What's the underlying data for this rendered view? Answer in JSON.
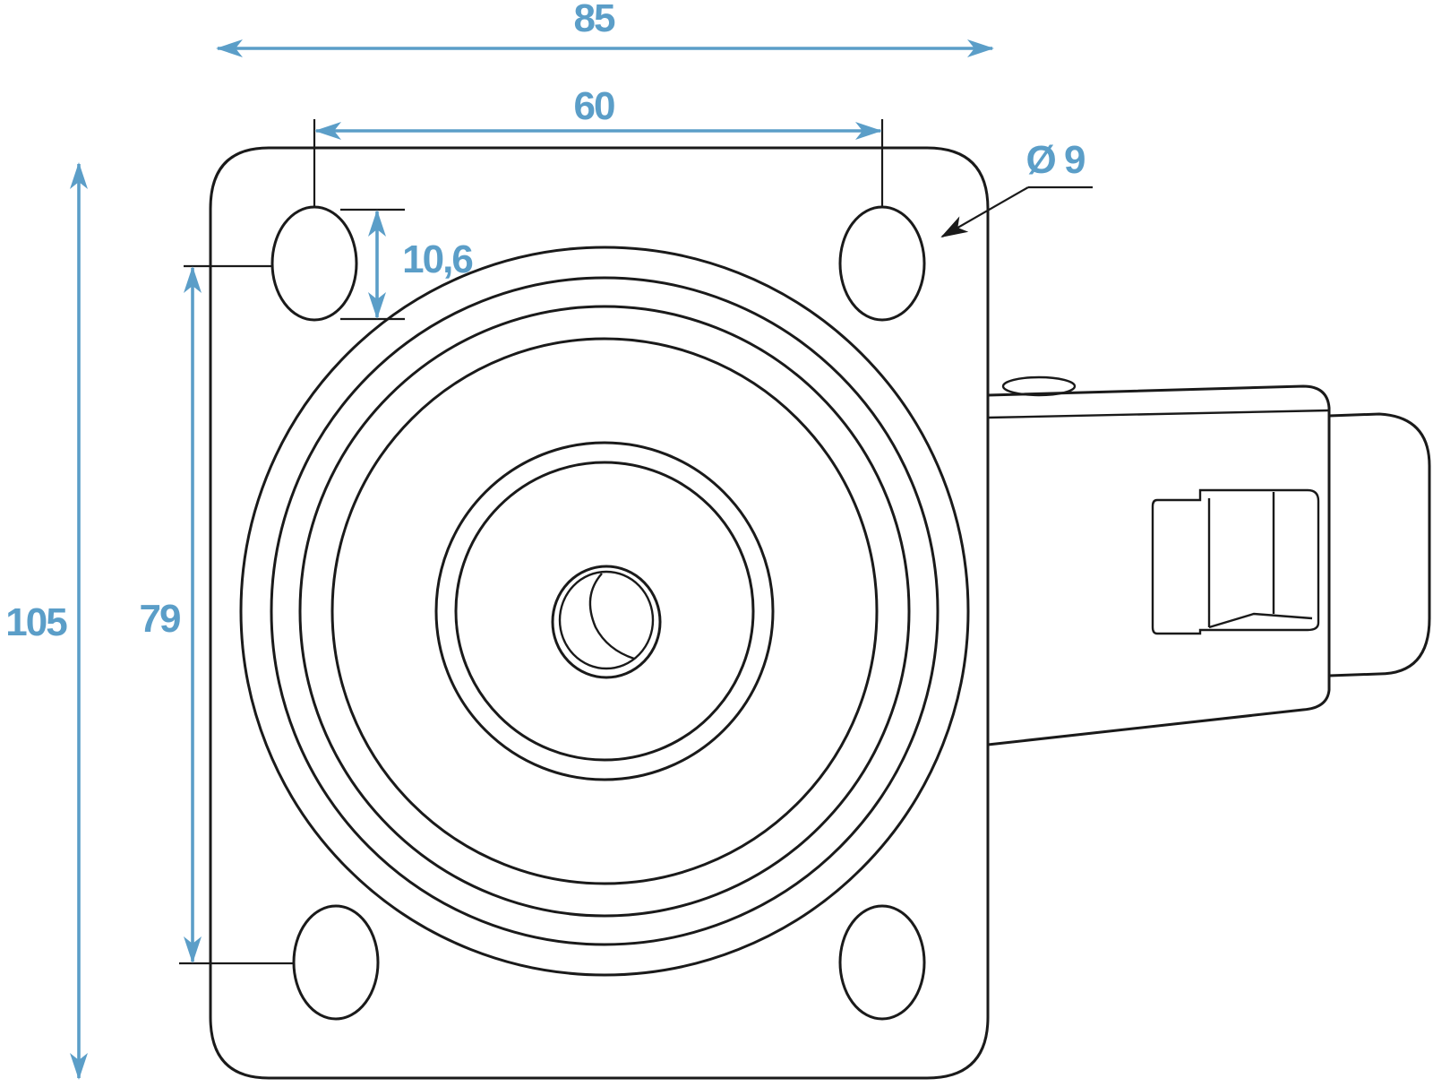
{
  "colors": {
    "outline": "#1a1a1a",
    "dimension": "#5b9ec8"
  },
  "dimensions": {
    "overall_width": "85",
    "hole_spacing_x": "60",
    "overall_height": "105",
    "hole_spacing_y": "79",
    "hole_slot_height": "10,6",
    "hole_diameter": "Ø 9"
  },
  "icons": {
    "leader_arrow": "arrow-icon"
  }
}
